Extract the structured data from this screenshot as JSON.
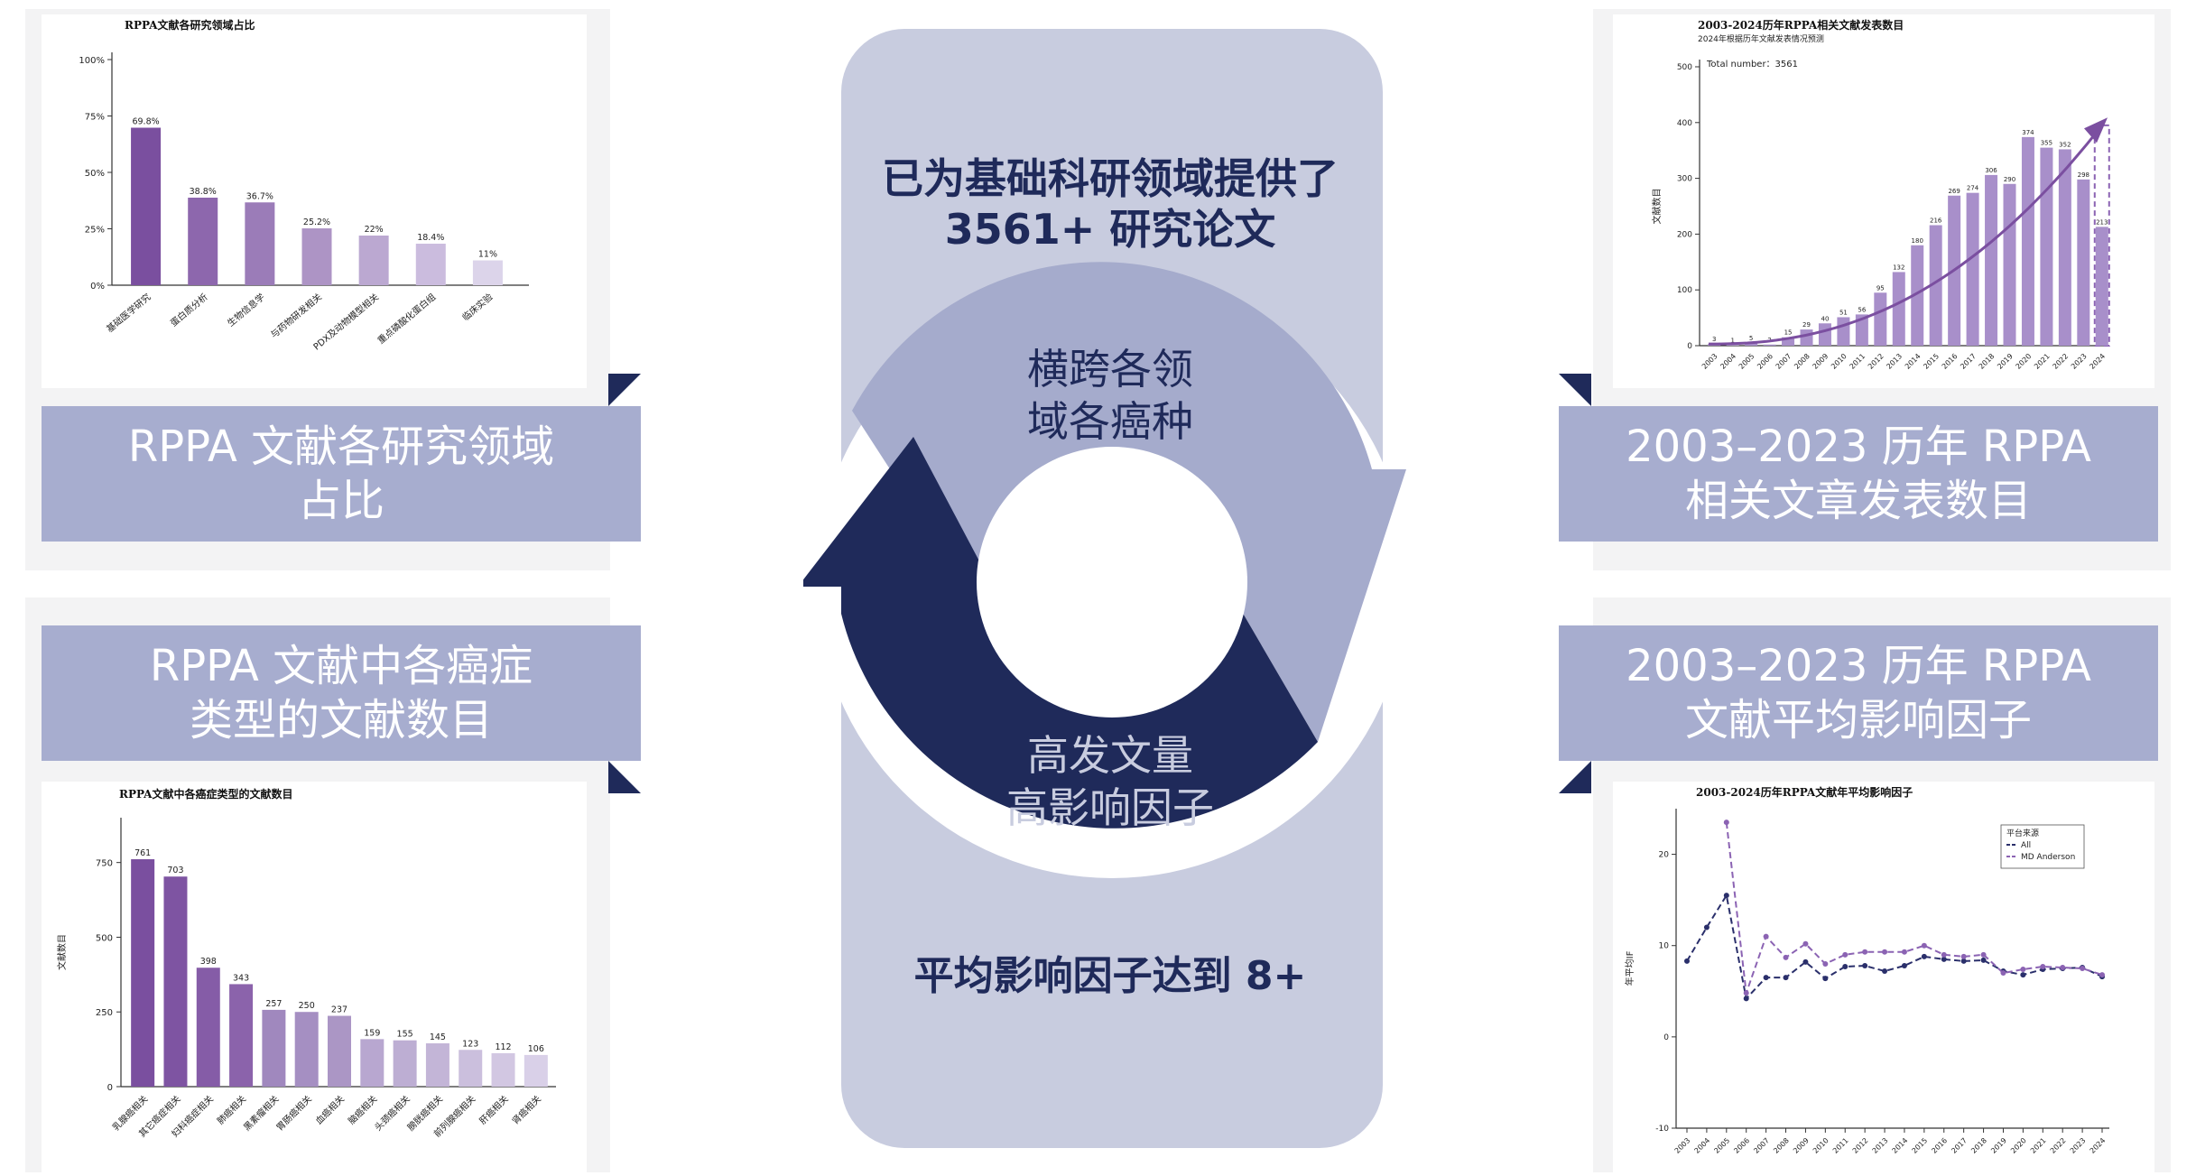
{
  "colors": {
    "navy": "#1f2a5a",
    "light_bar": "#a7adcf",
    "capsule": "#c8ccdf",
    "ring_light": "#a5abcc",
    "purple": "#7b4fa0"
  },
  "labels": {
    "top_left": [
      "RPPA 文献各研究领域",
      "占比"
    ],
    "bottom_left": [
      "RPPA 文献中各癌症",
      "类型的文献数目"
    ],
    "top_right": [
      "2003–2023 历年 RPPA",
      "相关文章发表数目"
    ],
    "bottom_right": [
      "2003–2023 历年 RPPA",
      "文献平均影响因子"
    ]
  },
  "center": {
    "top_text": [
      "已为基础科研领域提供了",
      "3561+ 研究论文"
    ],
    "ring_top": [
      "横跨各领",
      "域各癌种"
    ],
    "ring_bottom": [
      "高发文量",
      "高影响因子"
    ],
    "bottom_text": "平均影响因子达到 8+"
  },
  "chart_data": [
    {
      "id": "fields",
      "type": "bar",
      "title": "RPPA文献各研究领域占比",
      "categories": [
        "基础医学研究",
        "蛋白质分析",
        "生物信息学",
        "与药物研发相关",
        "PDX及动物模型相关",
        "重点磷酸化蛋白组",
        "临床实验"
      ],
      "values": [
        69.8,
        38.8,
        36.7,
        25.2,
        22,
        18.4,
        11
      ],
      "value_labels": [
        "69.8%",
        "38.8%",
        "36.7%",
        "25.2%",
        "22%",
        "18.4%",
        "11%"
      ],
      "ylim": [
        0,
        100
      ],
      "yticks": [
        "0%",
        "25%",
        "50%",
        "75%",
        "100%"
      ],
      "colors": [
        "#7a4f9f",
        "#8d67ad",
        "#9b7cb8",
        "#ad94c5",
        "#bba8d1",
        "#cbbcde",
        "#dcd4ea"
      ]
    },
    {
      "id": "cancers",
      "type": "bar",
      "title": "RPPA文献中各癌症类型的文献数目",
      "ylabel": "文献数目",
      "categories": [
        "乳腺癌相关",
        "其它癌症相关",
        "妇科癌症相关",
        "肺癌相关",
        "黑素瘤相关",
        "胃肠癌相关",
        "血癌相关",
        "脑癌相关",
        "头颈癌相关",
        "膀胱癌相关",
        "前列腺癌相关",
        "肝癌相关",
        "肾癌相关"
      ],
      "values": [
        761,
        703,
        398,
        343,
        257,
        250,
        237,
        159,
        155,
        145,
        123,
        112,
        106
      ],
      "ylim": [
        0,
        900
      ],
      "yticks": [
        "0",
        "250",
        "500",
        "750"
      ],
      "colors": [
        "#7a4f9f",
        "#7e54a2",
        "#855ca7",
        "#8b63ab",
        "#a088be",
        "#a58fc2",
        "#ab96c5",
        "#b8a7d0",
        "#bdaed3",
        "#c3b5d7",
        "#cbbfdd",
        "#d2c7e2",
        "#d9d0e8"
      ]
    },
    {
      "id": "pubs",
      "type": "bar",
      "title": "2003-2024历年RPPA相关文献发表数目",
      "subtitle": "2024年根据历年文献发表情况预测",
      "annotation": "Total number：3561",
      "ylabel": "文献数目",
      "categories": [
        "2003",
        "2004",
        "2005",
        "2006",
        "2007",
        "2008",
        "2009",
        "2010",
        "2011",
        "2012",
        "2013",
        "2014",
        "2015",
        "2016",
        "2017",
        "2018",
        "2019",
        "2020",
        "2021",
        "2022",
        "2023",
        "2024"
      ],
      "values": [
        3,
        1,
        5,
        2,
        15,
        29,
        40,
        51,
        56,
        95,
        132,
        180,
        216,
        269,
        274,
        306,
        290,
        374,
        355,
        352,
        298,
        213
      ],
      "projected_2024": 395,
      "ylim": [
        0,
        500
      ],
      "yticks": [
        "0",
        "100",
        "200",
        "300",
        "400",
        "500"
      ],
      "color": "#a88fca"
    },
    {
      "id": "impact",
      "type": "line",
      "title": "2003-2024历年RPPA文献年平均影响因子",
      "ylabel": "年平均IF",
      "legend_title": "平台来源",
      "x": [
        "2003",
        "2004",
        "2005",
        "2006",
        "2007",
        "2008",
        "2009",
        "2010",
        "2011",
        "2012",
        "2013",
        "2014",
        "2015",
        "2016",
        "2017",
        "2018",
        "2019",
        "2020",
        "2021",
        "2022",
        "2023",
        "2024"
      ],
      "series": [
        {
          "name": "All",
          "color": "#2a2f6b",
          "values": [
            8.3,
            12,
            15.5,
            4.2,
            6.5,
            6.5,
            8.2,
            6.4,
            7.7,
            7.8,
            7.2,
            7.8,
            8.8,
            8.5,
            8.3,
            8.4,
            7.2,
            6.8,
            7.4,
            7.5,
            7.6,
            6.6
          ]
        },
        {
          "name": "MD Anderson",
          "color": "#8b63b3",
          "values": [
            null,
            null,
            23.5,
            4.8,
            11,
            8.7,
            10.2,
            8,
            9,
            9.3,
            9.3,
            9.3,
            10,
            9,
            8.8,
            9,
            7,
            7.4,
            7.7,
            7.6,
            7.5,
            6.8
          ]
        }
      ],
      "ylim": [
        -10,
        25
      ],
      "yticks": [
        "-10",
        "0",
        "10",
        "20"
      ]
    }
  ]
}
